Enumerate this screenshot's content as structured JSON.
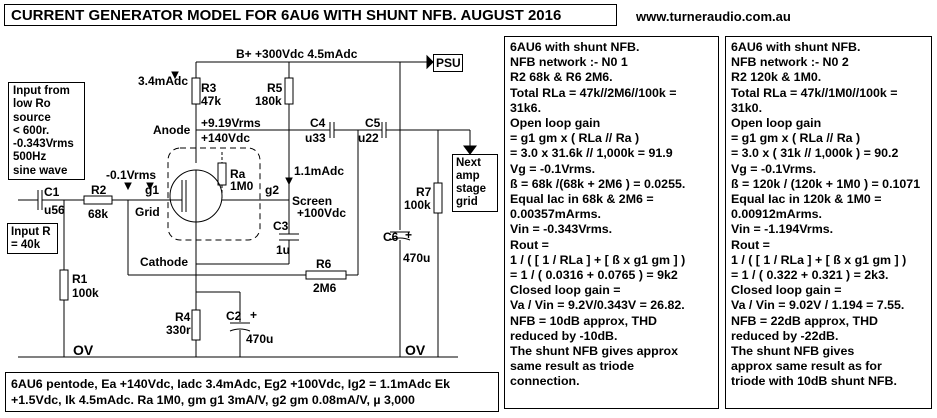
{
  "title": "CURRENT  GENERATOR MODEL FOR  6AU6 WITH SHUNT NFB. AUGUST 2016",
  "website": "www.turneraudio.com.au",
  "input_box": [
    "Input from",
    "low Ro",
    "source",
    "< 600r.",
    "-0.343Vrms",
    "500Hz",
    "sine wave"
  ],
  "input_r_box": [
    "Input R",
    "= 40k"
  ],
  "next_stage_box": [
    "Next",
    "amp",
    "stage",
    "grid"
  ],
  "psu_label": "PSU",
  "schematic": {
    "bplus": "B+  +300Vdc 4.5mAdc",
    "current_34": "3.4mAdc",
    "r3": "R3",
    "r3_val": "47k",
    "r5": "R5",
    "r5_val": "180k",
    "anode": "Anode",
    "anode_vrms": "+9.19Vrms",
    "anode_vdc": "+140Vdc",
    "c4": "C4",
    "c4_val": "u33",
    "c5": "C5",
    "c5_val": "u22",
    "ra": "Ra",
    "ra_val": "1M0",
    "current_11": "1.1mAdc",
    "g2": "g2",
    "screen": "Screen",
    "screen_v": "+100Vdc",
    "g1": "g1",
    "grid": "Grid",
    "grid_vrms": "-0.1Vrms",
    "c1": "C1",
    "c1_val": "u56",
    "r2": "R2",
    "r2_val": "68k",
    "r7": "R7",
    "r7_val": "100k",
    "c3": "C3",
    "c3_val": "1u",
    "c6": "C6",
    "c6_val": "470u",
    "plus": "+",
    "cathode": "Cathode",
    "r6": "R6",
    "r6_val": "2M6",
    "r1": "R1",
    "r1_val": "100k",
    "r4": "R4",
    "r4_val": "330r",
    "c2": "C2",
    "c2_val": "470u",
    "ov1": "OV",
    "ov2": "OV"
  },
  "notes1": [
    "6AU6 with shunt NFB.",
    "NFB network :-  N0 1",
    "R2 68k & R6 2M6.",
    "Total RLa = 47k//2M6//100k =",
    "31k6.",
    "Open loop gain",
    "= g1 gm x ( RLa // Ra )",
    "= 3.0 x 31.6k // 1,000k = 91.9",
    "Vg = -0.1Vrms.",
    "ß = 68k /(68k + 2M6 ) = 0.0255.",
    "Equal Iac in 68k & 2M6 =",
    "0.00357mArms.",
    "Vin = -0.343Vrms.",
    "Rout =",
    "1 / ( [ 1 / RLa ] + [ ß x g1 gm ] )",
    "= 1 / ( 0.0316 + 0.0765 ) = 9k2",
    "Closed loop gain =",
    "Va / Vin = 9.2V/0.343V = 26.82.",
    "NFB = 10dB approx, THD",
    "reduced by -10dB.",
    "The shunt NFB gives approx",
    "same result as triode",
    "connection."
  ],
  "notes2": [
    "6AU6 with shunt NFB.",
    "NFB network :-  N0 2",
    "R2 120k & 1M0.",
    "Total RLa = 47k//1M0//100k =",
    "31k0.",
    "Open loop gain",
    "= g1 gm x ( RLa // Ra )",
    "= 3.0 x ( 31k // 1,000k ) = 90.2",
    "Vg = -0.1Vrms.",
    "ß = 120k / (120k + 1M0 ) = 0.1071",
    "Equal Iac in 120k & 1M0 =",
    "0.00912mArms.",
    "Vin = -1.194Vrms.",
    "Rout =",
    "1 / ( [ 1 / RLa ] + [ ß x g1 gm ] )",
    "= 1 / ( 0.322 + 0.321 ) = 2k3.",
    "Closed loop gain =",
    "Va / Vin = 9.02V / 1.194 = 7.55.",
    "NFB = 22dB approx, THD",
    "reduced by -22dB.",
    "The shunt NFB gives",
    "approx same result as for",
    "triode with 10dB shunt NFB."
  ],
  "bottom_note": [
    "6AU6 pentode, Ea +140Vdc, Iadc 3.4mAdc, Eg2 +100Vdc, Ig2 = 1.1mAdc Ek",
    "+1.5Vdc, Ik 4.5mAdc. Ra 1M0, gm g1  3mA/V, g2 gm  0.08mA/V, µ 3,000"
  ]
}
